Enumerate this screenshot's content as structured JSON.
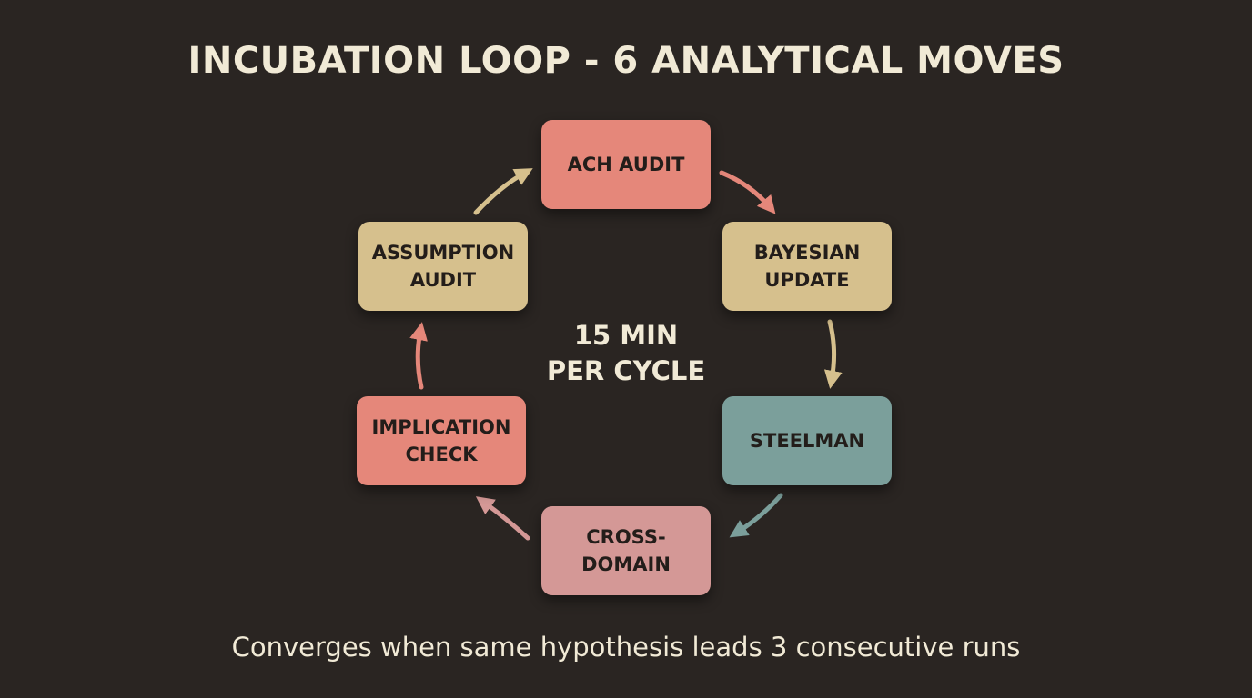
{
  "title": "INCUBATION LOOP - 6 ANALYTICAL MOVES",
  "center": "15 MIN\nPER CYCLE",
  "footer": "Converges when same hypothesis leads 3 consecutive runs",
  "nodes": [
    {
      "label": "ACH AUDIT",
      "color": "#e5877a"
    },
    {
      "label": "BAYESIAN\nUPDATE",
      "color": "#d6c08d"
    },
    {
      "label": "STEELMAN",
      "color": "#7b9f9b"
    },
    {
      "label": "CROSS-\nDOMAIN",
      "color": "#d49896"
    },
    {
      "label": "IMPLICATION\nCHECK",
      "color": "#e5877a"
    },
    {
      "label": "ASSUMPTION\nAUDIT",
      "color": "#d6c08d"
    }
  ],
  "arrow_colors": {
    "ach_to_bayes": "#e5877a",
    "bayes_to_steel": "#d6c08d",
    "steel_to_cross": "#7b9f9b",
    "cross_to_impl": "#d49896",
    "impl_to_assump": "#e5877a",
    "assump_to_ach": "#d6c08d"
  }
}
